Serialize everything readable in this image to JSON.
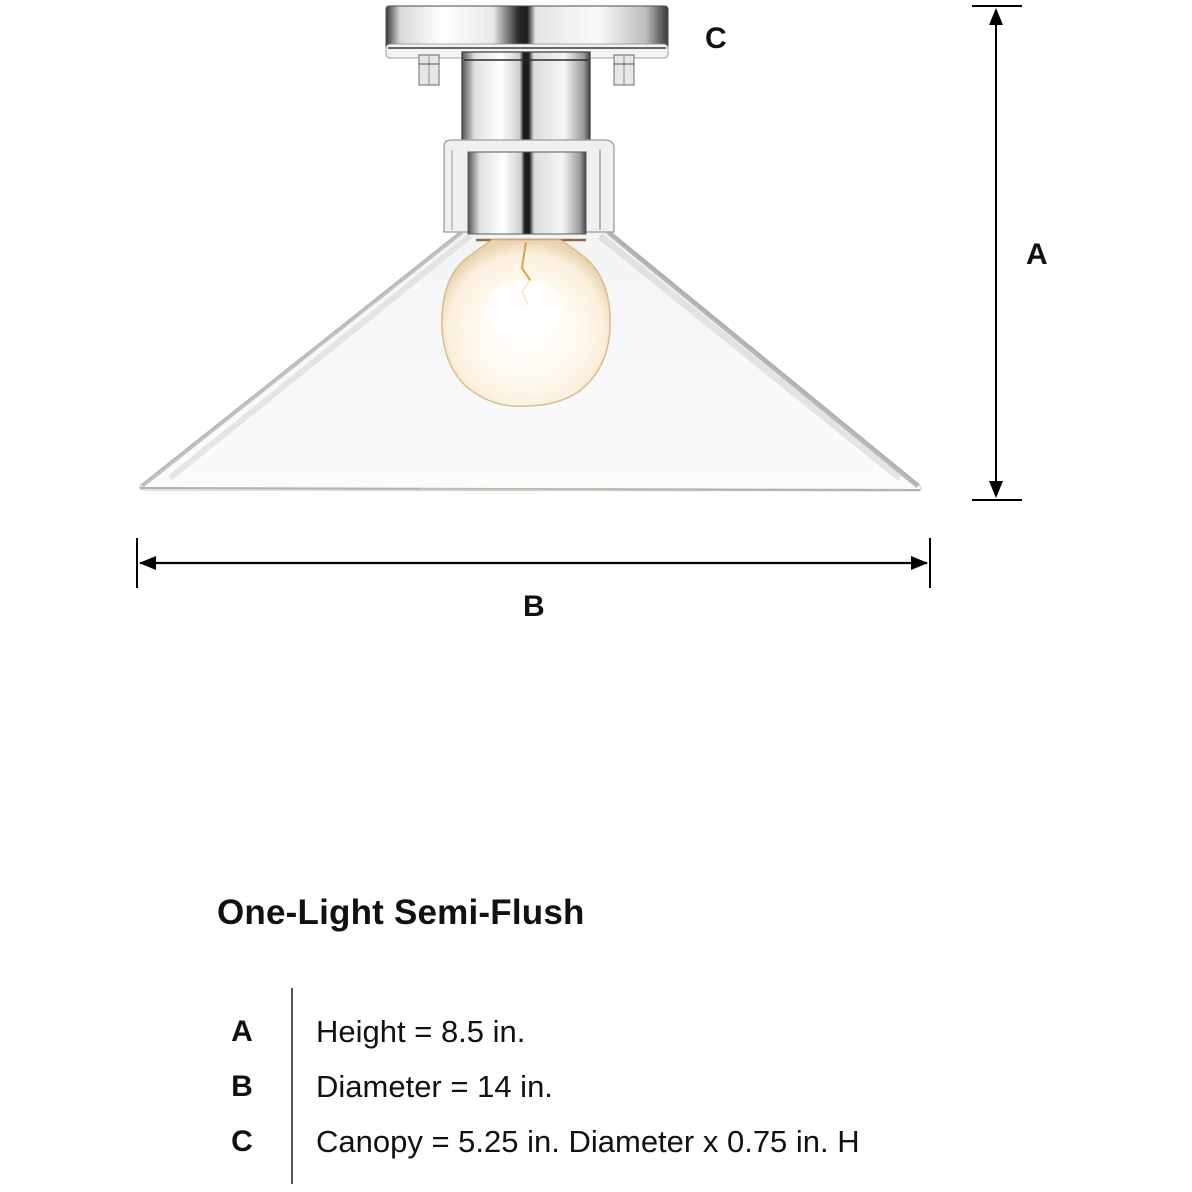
{
  "product": {
    "title": "One-Light Semi-Flush"
  },
  "diagram": {
    "dimension_labels": {
      "height": "A",
      "diameter": "B",
      "canopy": "C"
    },
    "colors": {
      "chrome_light": "#f4f4f4",
      "chrome_dark": "#2a2a2a",
      "glass_edge": "#b8b8bc",
      "bulb_glow": "#fff6e6",
      "filament": "#e0a050",
      "dimension_line": "#000000"
    }
  },
  "specs": [
    {
      "key": "A",
      "label": "Height = 8.5 in."
    },
    {
      "key": "B",
      "label": "Diameter = 14 in."
    },
    {
      "key": "C",
      "label": "Canopy = 5.25 in. Diameter x 0.75 in. H"
    }
  ]
}
